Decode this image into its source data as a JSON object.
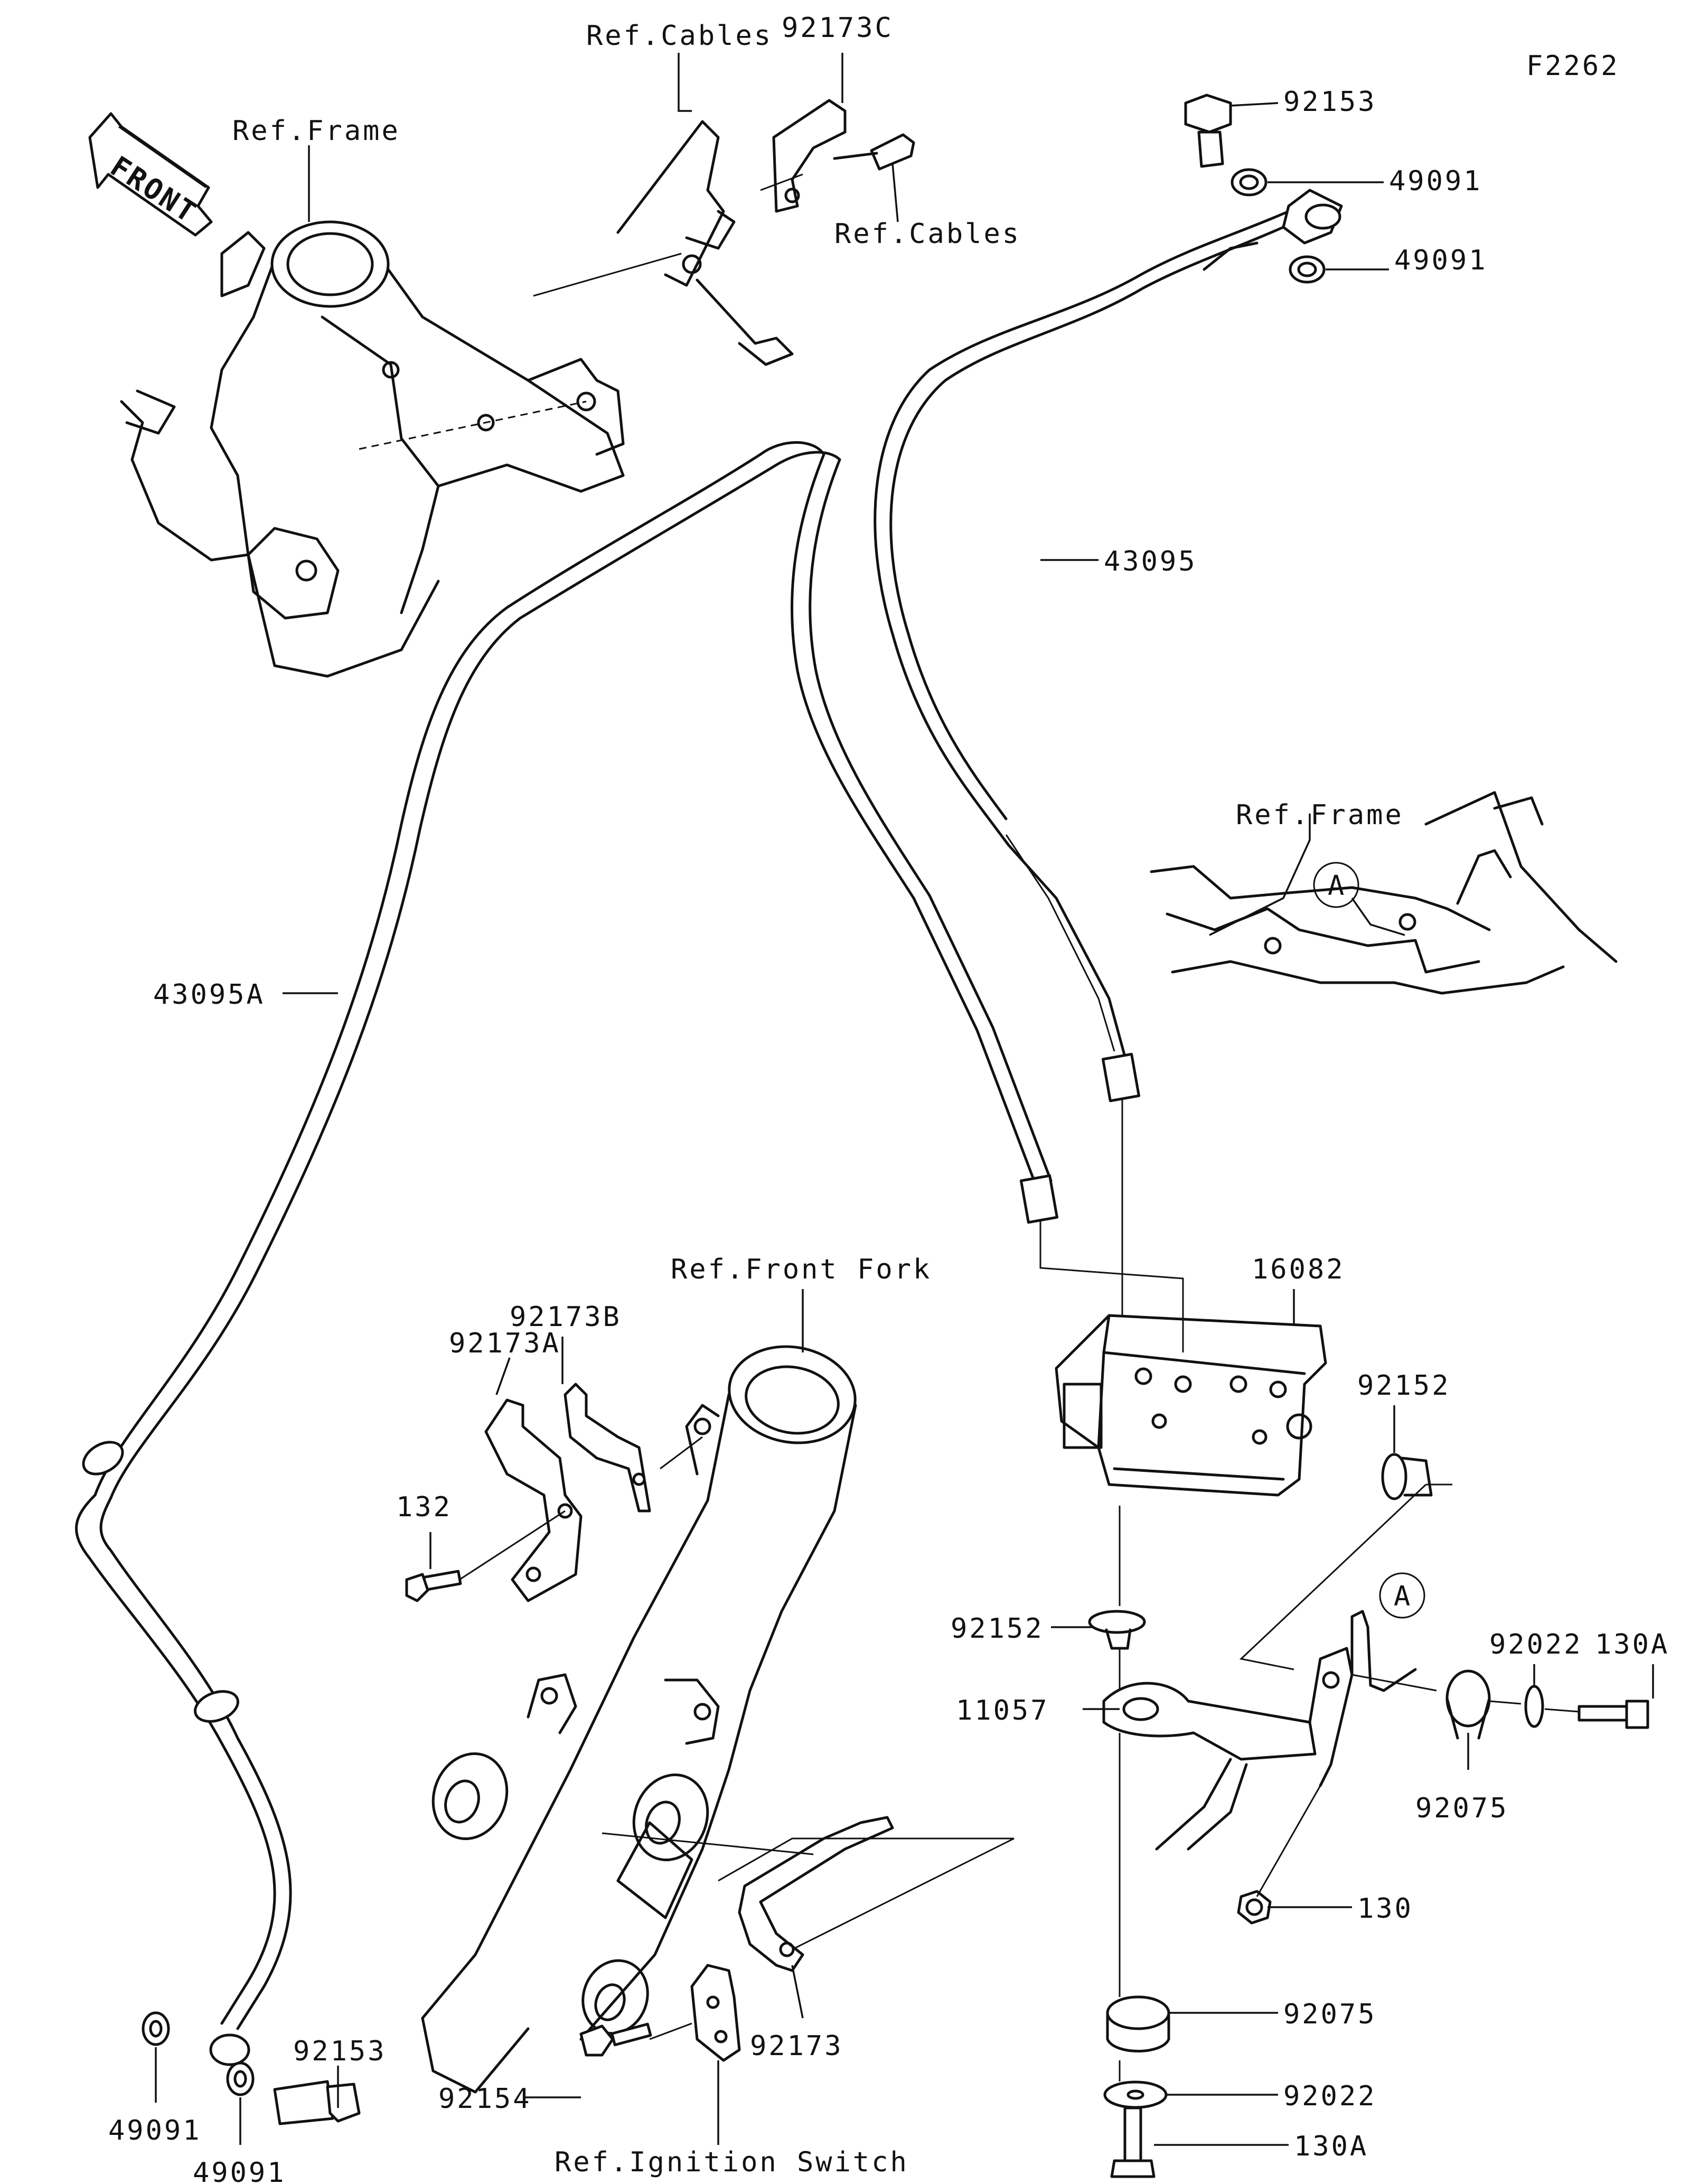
{
  "diagram_id": "F2262",
  "front_arrow_text": "FRONT",
  "labels": {
    "ref_cables_top": "Ref.Cables",
    "p92173C": "92173C",
    "ref_frame_top": "Ref.Frame",
    "ref_cables_right": "Ref.Cables",
    "p92153_top": "92153",
    "p49091_top1": "49091",
    "p49091_top2": "49091",
    "p43095": "43095",
    "ref_frame_right": "Ref.Frame",
    "callout_A1": "A",
    "p43095A": "43095A",
    "ref_front_fork": "Ref.Front Fork",
    "p16082": "16082",
    "p92173B": "92173B",
    "p92173A": "92173A",
    "p92152_right": "92152",
    "p132": "132",
    "p92152_left": "92152",
    "callout_A2": "A",
    "p92022_right": "92022",
    "p130A_right": "130A",
    "p11057": "11057",
    "p92075_right": "92075",
    "p130": "130",
    "p92075_bottom": "92075",
    "p92022_bottom": "92022",
    "p92153_bottom": "92153",
    "p92173": "92173",
    "p92154": "92154",
    "p49091_bl1": "49091",
    "p49091_bl2": "49091",
    "p130A_bottom": "130A",
    "ref_ignition_switch": "Ref.Ignition Switch"
  }
}
